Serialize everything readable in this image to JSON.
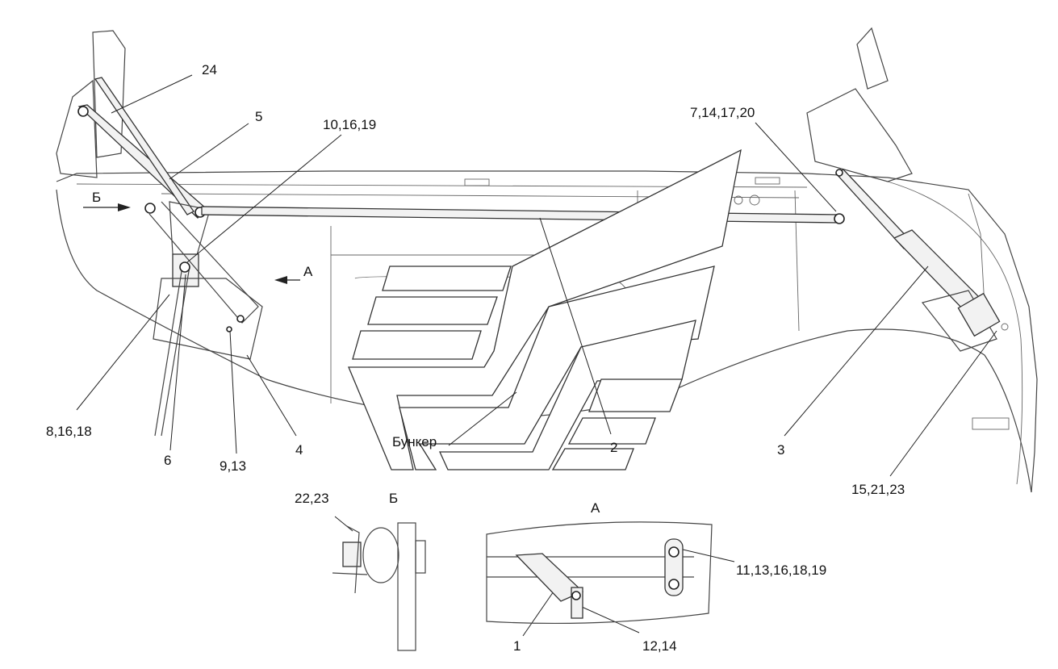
{
  "labels": {
    "l24": "24",
    "l5": "5",
    "l10_16_19": "10,16,19",
    "l7_14_17_20": "7,14,17,20",
    "l_B_arrow": "Б",
    "l_A_arrow": "А",
    "l8_16_18": "8,16,18",
    "l6": "6",
    "l9_13": "9,13",
    "l4": "4",
    "bunker": "Бункер",
    "l2": "2",
    "l3": "3",
    "l15_21_23": "15,21,23",
    "l22_23": "22,23",
    "view_B": "Б",
    "view_A": "А",
    "l11_13_16_18_19": "11,13,16,18,19",
    "l1": "1",
    "l12_14": "12,14"
  }
}
